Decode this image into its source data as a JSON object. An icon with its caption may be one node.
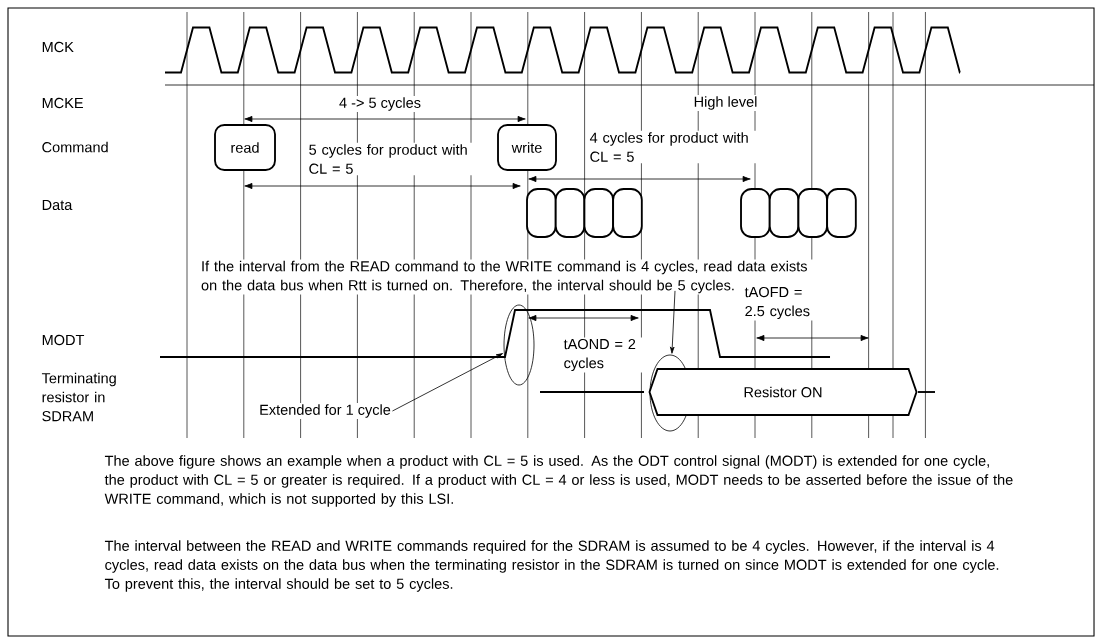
{
  "diagram": {
    "nodes": [
      {
        "text": [
          "read"
        ]
      },
      {
        "text": [
          "write"
        ]
      },
      {
        "text": [
          "If the interval from the READ command to the WRITE command is 4 cycles, read data exists on the data bus when Rtt is turned on.  Therefore, the interval should be 5 cycles."
        ]
      },
      {
        "text": [],
        "shape": "ellipse"
      },
      {
        "text": [],
        "shape": "ellipse"
      },
      {
        "text": [
          "Resistor ON"
        ]
      },
      {
        "text": [
          "Extended for 1 cycle"
        ]
      }
    ],
    "edges": [
      {
        "from": 6,
        "to": 3,
        "arrow": "to"
      },
      {
        "from": 2,
        "to": 4,
        "arrow": "to"
      }
    ],
    "labels": [
      "MCK",
      "MCKE",
      "4 -> 5 cycles",
      "High level",
      "Command",
      "5 cycles for product with CL = 5",
      "4 cycles for product with CL = 5",
      "Data",
      "tAOFD = 2.5 cycles",
      "MODT",
      "tAOND = 2 cycles",
      "Terminating resistor in SDRAM",
      "The above figure shows an example when a product with CL = 5 is used. As the ODT control signal (MODT) is extended for one cycle, the product with CL = 5 or greater is required. If a product with CL = 4 or less is used, MODT needs to be asserted before the issue of the WRITE command, which is not supported by this LSI.",
      "The interval between the READ and WRITE commands required for the SDRAM is assumed to be 4 cycles. However, if the interval is 4 cycles, read data exists on the data bus when the terminating resistor in the SDRAM is turned on since MODT is extended for one cycle. To prevent this, the interval should be set to 5 cycles."
    ]
  }
}
